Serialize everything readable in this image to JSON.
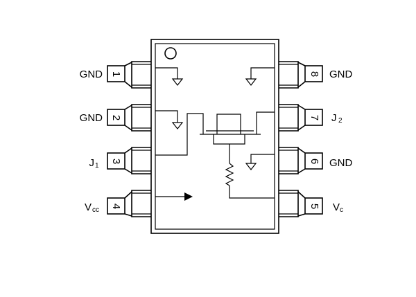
{
  "pins": [
    {
      "number": "1",
      "name": "GND",
      "name_sub": ""
    },
    {
      "number": "2",
      "name": "GND",
      "name_sub": ""
    },
    {
      "number": "3",
      "name": "J",
      "name_sub": "1"
    },
    {
      "number": "4",
      "name": "V",
      "name_sub": "cc"
    },
    {
      "number": "5",
      "name": "V",
      "name_sub": "c"
    },
    {
      "number": "6",
      "name": "GND",
      "name_sub": ""
    },
    {
      "number": "7",
      "name": "J",
      "name_sub": "2"
    },
    {
      "number": "8",
      "name": "GND",
      "name_sub": ""
    }
  ],
  "colors": {
    "line": "#000000",
    "background": "#ffffff"
  },
  "icons": {
    "orientation_mark": "circle-dot",
    "ground": "ground-arrow-icon",
    "resistor": "resistor-zigzag-icon",
    "signal": "arrow-right-icon"
  }
}
